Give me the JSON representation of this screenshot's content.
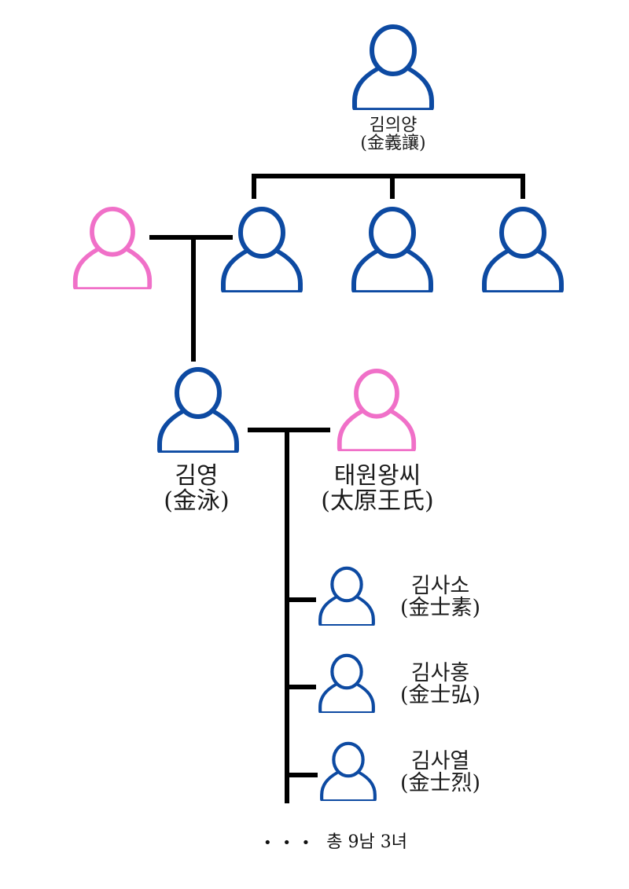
{
  "diagram": {
    "type": "family-tree",
    "colors": {
      "male": "#0d4aa2",
      "female": "#f070c8",
      "line": "#000000"
    },
    "people": [
      {
        "id": "kim-uiyang",
        "name": "김의양",
        "hanja": "(金義讓)",
        "gender": "male",
        "generation": 1
      },
      {
        "id": "spouse-gen2",
        "name": "",
        "hanja": "",
        "gender": "female",
        "generation": 2
      },
      {
        "id": "son-a",
        "name": "",
        "hanja": "",
        "gender": "male",
        "generation": 2
      },
      {
        "id": "son-b",
        "name": "",
        "hanja": "",
        "gender": "male",
        "generation": 2
      },
      {
        "id": "son-c",
        "name": "",
        "hanja": "",
        "gender": "male",
        "generation": 2
      },
      {
        "id": "kim-young",
        "name": "김영",
        "hanja": "(金泳)",
        "gender": "male",
        "generation": 3
      },
      {
        "id": "taewon-wang",
        "name": "태원왕씨",
        "hanja": "(太原王氏)",
        "gender": "female",
        "generation": 3
      },
      {
        "id": "kim-saso",
        "name": "김사소",
        "hanja": "(金士素)",
        "gender": "male",
        "generation": 4
      },
      {
        "id": "kim-sahong",
        "name": "김사홍",
        "hanja": "(金士弘)",
        "gender": "male",
        "generation": 4
      },
      {
        "id": "kim-sayeol",
        "name": "김사열",
        "hanja": "(金士烈)",
        "gender": "male",
        "generation": 4
      }
    ],
    "relations": [
      {
        "type": "parent-child",
        "parent": "kim-uiyang",
        "children": [
          "son-a",
          "son-b",
          "son-c"
        ]
      },
      {
        "type": "marriage",
        "a": "spouse-gen2",
        "b": "son-a",
        "children": [
          "kim-young"
        ]
      },
      {
        "type": "marriage",
        "a": "kim-young",
        "b": "taewon-wang",
        "children": [
          "kim-saso",
          "kim-sahong",
          "kim-sayeol"
        ]
      }
    ],
    "summary": {
      "ellipsis": "• • •",
      "text": "총 9남 3녀"
    }
  }
}
